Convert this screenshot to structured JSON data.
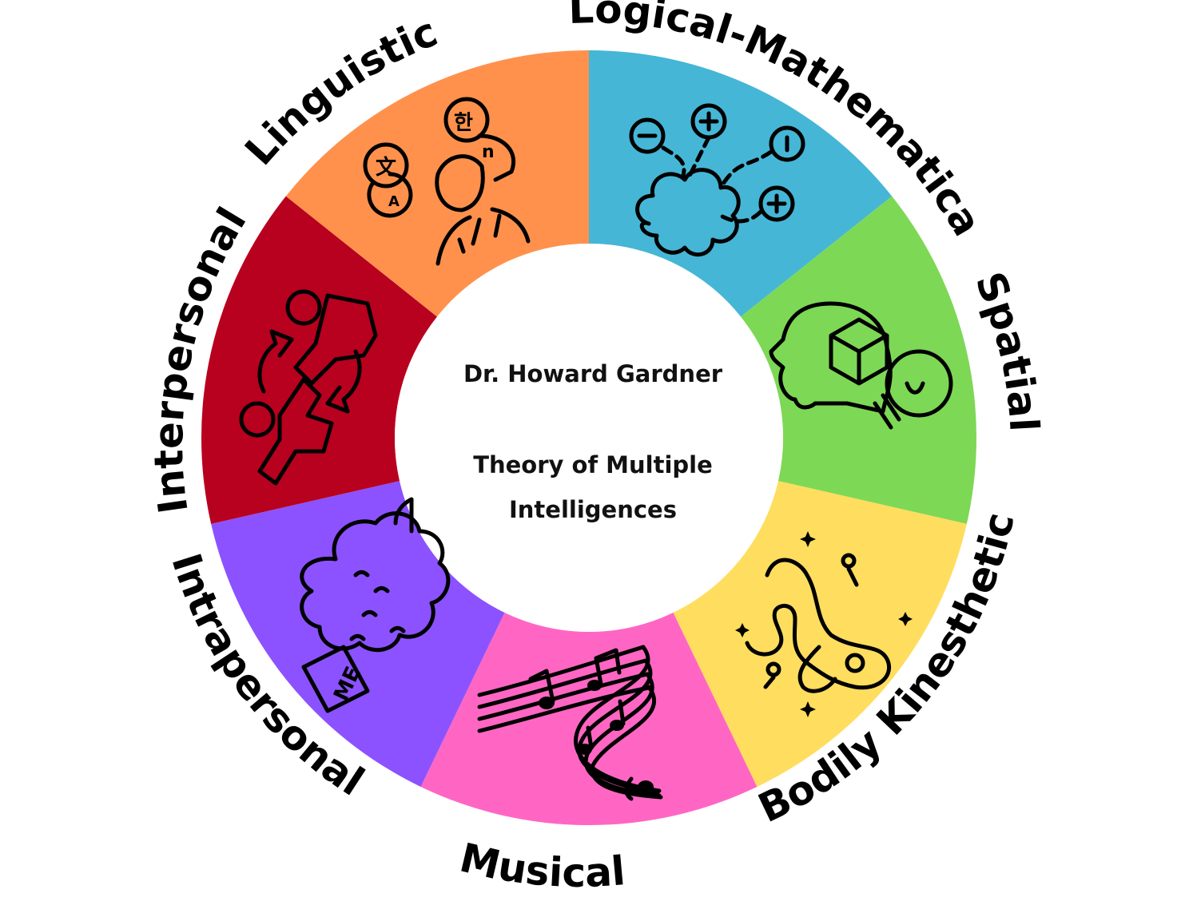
{
  "center": {
    "title": "Dr. Howard Gardner",
    "subtitle_line1": "Theory of Multiple",
    "subtitle_line2": "Intelligences"
  },
  "segments": [
    {
      "id": "logical",
      "label": "Logical-Mathematical",
      "color": "#45B6D6",
      "icon": "brain-math-icon"
    },
    {
      "id": "spatial",
      "label": "Spatial",
      "color": "#7DD855",
      "icon": "head-cube-bulb-icon"
    },
    {
      "id": "bodily",
      "label": "Bodily Kinesthetic",
      "color": "#FFDD5E",
      "icon": "dancer-icon"
    },
    {
      "id": "musical",
      "label": "Musical",
      "color": "#FF66C4",
      "icon": "music-staff-icon"
    },
    {
      "id": "intrapersonal",
      "label": "Intrapersonal",
      "color": "#8C52FF",
      "icon": "brain-me-icon"
    },
    {
      "id": "interpersonal",
      "label": "Interpersonal",
      "color": "#B8001F",
      "icon": "people-exchange-icon"
    },
    {
      "id": "linguistic",
      "label": "Linguistic",
      "color": "#FF914D",
      "icon": "speech-languages-icon"
    }
  ]
}
